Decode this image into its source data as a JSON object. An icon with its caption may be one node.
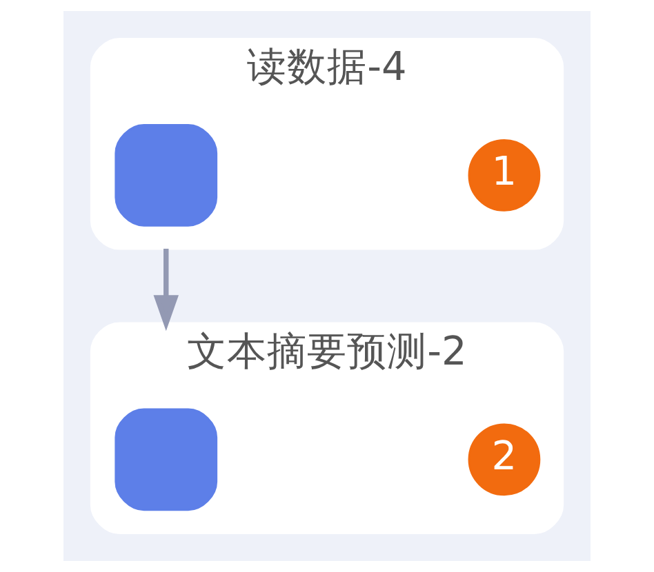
{
  "diagram": {
    "nodes": [
      {
        "text": [
          "读数据-4"
        ]
      },
      {
        "text": [],
        "shape": "box",
        "in": 0
      },
      {
        "text": [
          "1"
        ],
        "in": 0
      },
      {
        "text": [
          "文本摘要预测-2"
        ]
      },
      {
        "text": [],
        "shape": "box",
        "in": 3
      },
      {
        "text": [
          "2"
        ],
        "in": 3
      }
    ],
    "edges": [
      {
        "from": 0,
        "to": 3,
        "arrow": "to"
      }
    ]
  }
}
